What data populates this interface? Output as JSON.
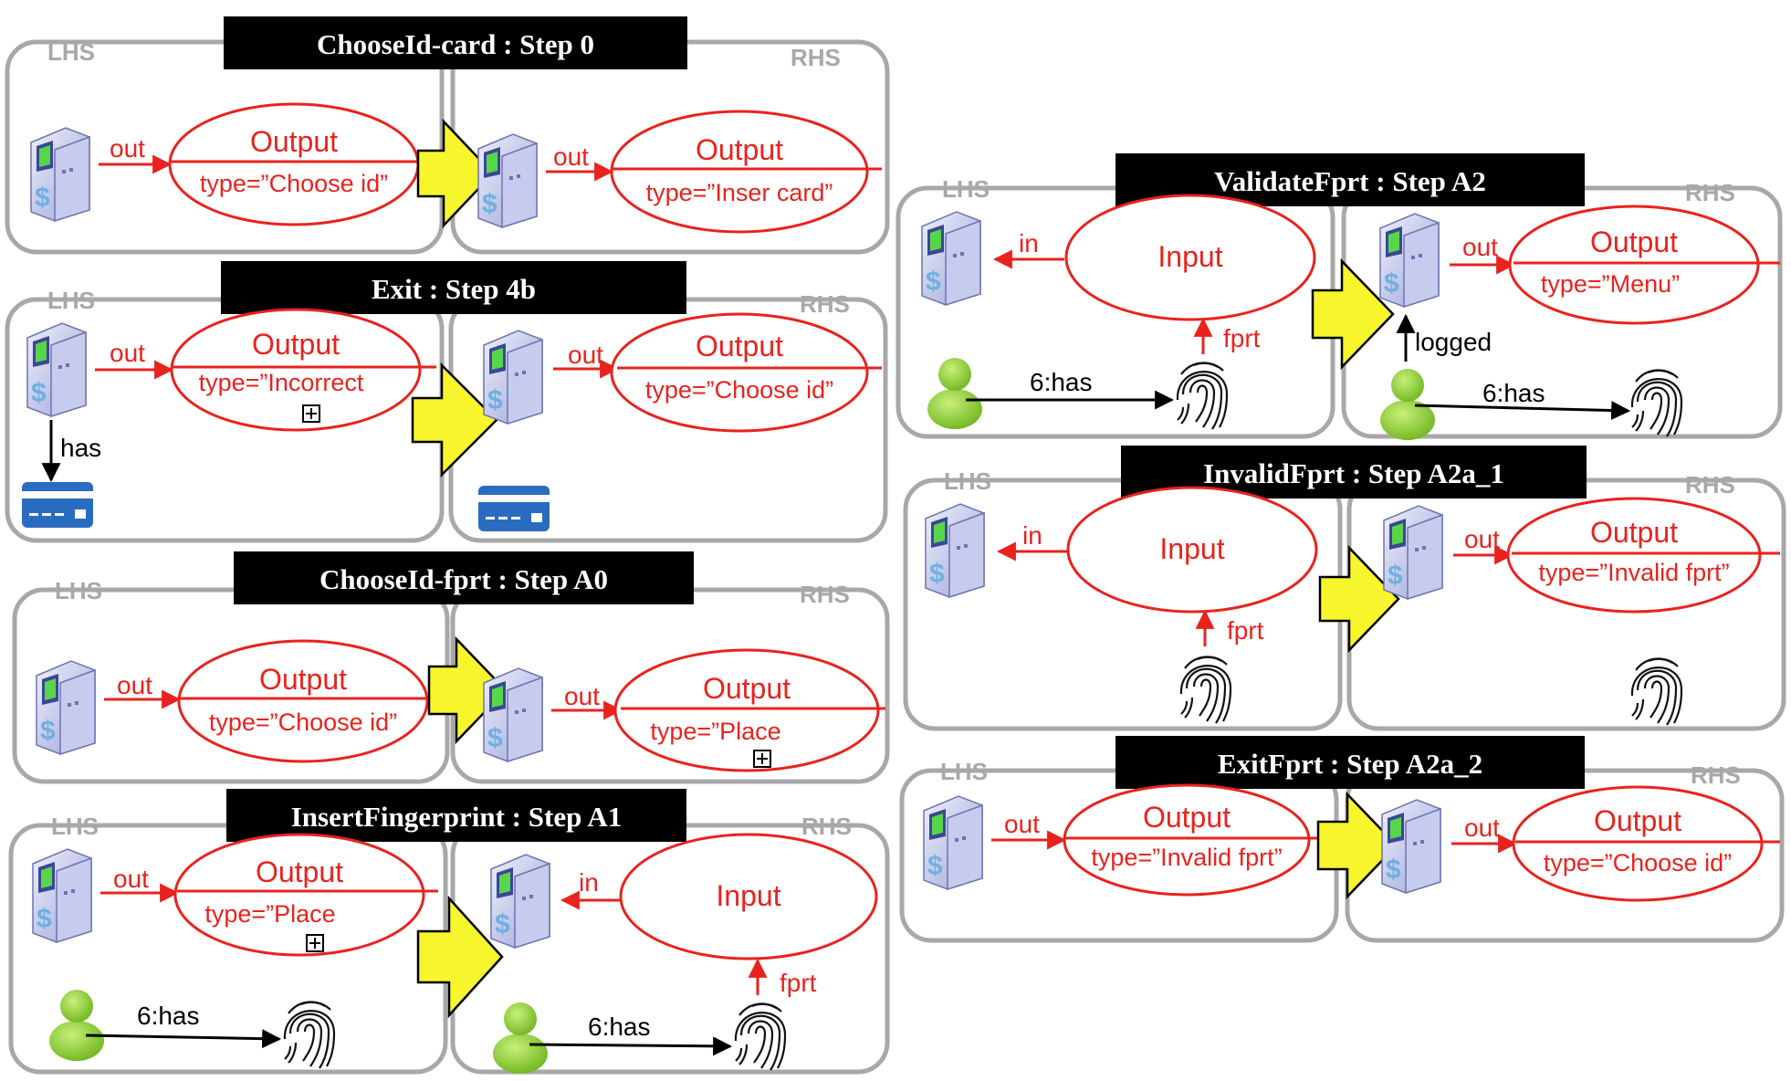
{
  "lhs_label": "LHS",
  "rhs_label": "RHS",
  "colors": {
    "edge": "#e8231e",
    "panel": "#a8a8a8",
    "arrow": "#f7f52c",
    "title_bg": "#000000",
    "person": "#8ccf2e",
    "card": "#2a6cc0"
  },
  "rules": [
    {
      "title": "ChooseId-card : Step 0",
      "lhs": {
        "node": "Output",
        "attr": "type=”Choose id”",
        "edge": "out"
      },
      "rhs": {
        "node": "Output",
        "attr": "type=”Inser card”",
        "edge": "out"
      }
    },
    {
      "title": "Exit : Step 4b",
      "lhs": {
        "node": "Output",
        "attr": "type=”Incorrect",
        "edge": "out",
        "has_label": "has"
      },
      "rhs": {
        "node": "Output",
        "attr": "type=”Choose id”",
        "edge": "out"
      }
    },
    {
      "title": "ChooseId-fprt : Step A0",
      "lhs": {
        "node": "Output",
        "attr": "type=”Choose id”",
        "edge": "out"
      },
      "rhs": {
        "node": "Output",
        "attr": "type=”Place",
        "edge": "out"
      }
    },
    {
      "title": "InsertFingerprint : Step A1",
      "lhs": {
        "node": "Output",
        "attr": "type=”Place",
        "edge": "out",
        "has_label": "6:has"
      },
      "rhs": {
        "node": "Input",
        "edge": "in",
        "fprt_label": "fprt",
        "has_label": "6:has"
      }
    },
    {
      "title": "ValidateFprt : Step A2",
      "lhs": {
        "node": "Input",
        "edge": "in",
        "fprt_label": "fprt",
        "has_label": "6:has"
      },
      "rhs": {
        "node": "Output",
        "attr": "type=”Menu”",
        "edge": "out",
        "logged_label": "logged",
        "has_label": "6:has"
      }
    },
    {
      "title": "InvalidFprt : Step A2a_1",
      "lhs": {
        "node": "Input",
        "edge": "in",
        "fprt_label": "fprt"
      },
      "rhs": {
        "node": "Output",
        "attr": "type=”Invalid fprt”",
        "edge": "out"
      }
    },
    {
      "title": "ExitFprt : Step A2a_2",
      "lhs": {
        "node": "Output",
        "attr": "type=”Invalid fprt”",
        "edge": "out"
      },
      "rhs": {
        "node": "Output",
        "attr": "type=”Choose id”",
        "edge": "out"
      }
    }
  ]
}
